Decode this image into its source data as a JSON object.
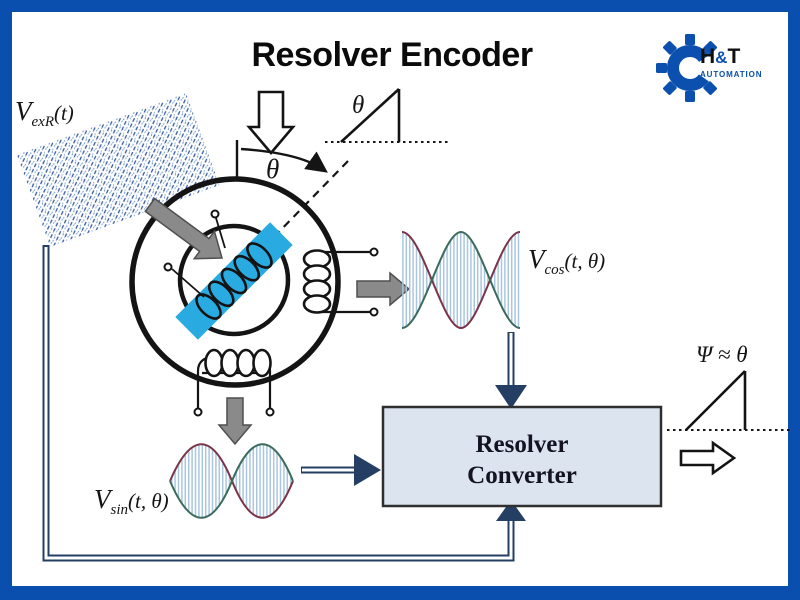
{
  "title": "Resolver Encoder",
  "logo": {
    "name_h": "H",
    "name_amp": "&",
    "name_t": "T",
    "subtitle": "AUTOMATION"
  },
  "diagram": {
    "excitation_label": {
      "v": "V",
      "sub": "exR",
      "args": "(t)"
    },
    "rotor_angle_label": "θ",
    "ramp_top_label": "θ",
    "cos_label": {
      "v": "V",
      "sub": "cos",
      "args": "(t, θ)"
    },
    "sin_label": {
      "v": "V",
      "sub": "sin",
      "args": "(t, θ)"
    },
    "converter": {
      "line1": "Resolver",
      "line2": "Converter"
    },
    "output_label": "Ψ ≈ θ"
  },
  "colors": {
    "frame_blue": "#0b4fae",
    "logo_blue": "#0b50ae",
    "rotor_blue": "#29abe2",
    "navy_arrow": "#243f63",
    "gray_arrow": "#8a8a8a",
    "envelope_red": "#7a3448",
    "envelope_green": "#3a6b5c",
    "carrier_blue": "#a9c6de",
    "converter_fill": "#dce4f0"
  }
}
